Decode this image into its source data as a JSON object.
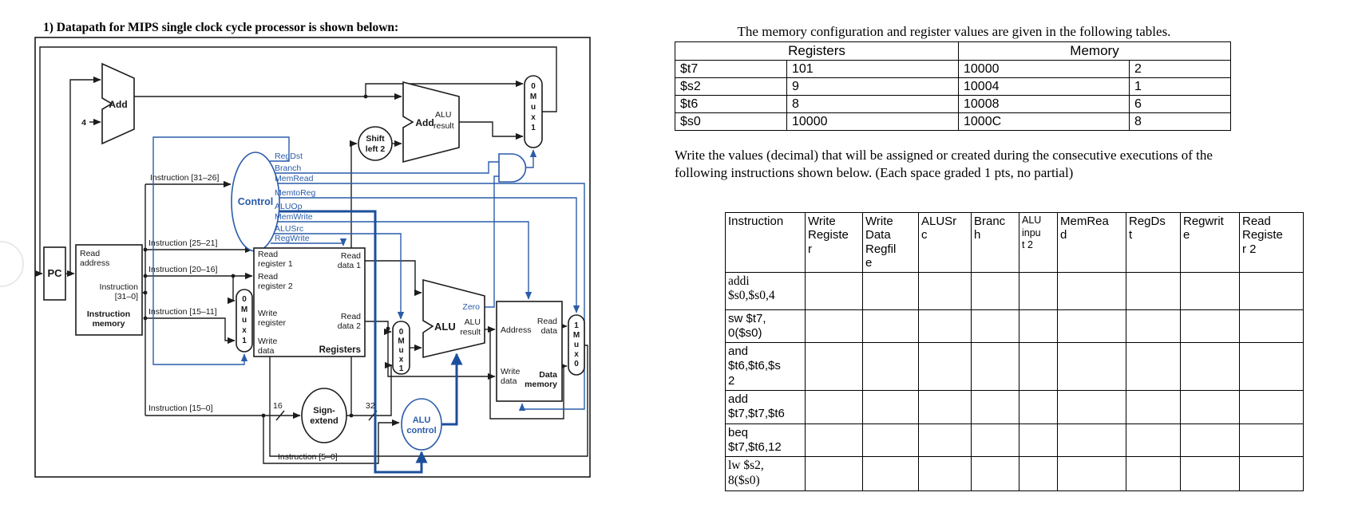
{
  "title": "1) Datapath for MIPS single clock cycle processor is shown belown:",
  "colors": {
    "control_blue": "#2a5caa",
    "thick_bus_blue": "#1b4f9c",
    "wire_black": "#1c1c1c"
  },
  "diagram": {
    "pc": "PC",
    "four": "4",
    "add1": "Add",
    "imem": {
      "l1": "Read\naddress",
      "l2": "Instruction\n[31–0]",
      "name": "Instruction\nmemory"
    },
    "control": "Control",
    "control_in": "Instruction [31–26]",
    "signals": {
      "regdst": "RegDst",
      "branch": "Branch",
      "memread": "MemRead",
      "memtoreg": "MemtoReg",
      "aluop": "ALUOp",
      "memwrite": "MemWrite",
      "alusrc": "ALUSrc",
      "regwrite": "RegWrite"
    },
    "fields": {
      "i2521": "Instruction [25–21]",
      "i2016": "Instruction [20–16]",
      "i1511": "Instruction [15–11]",
      "i150": "Instruction [15–0]",
      "i50": "Instruction [5–0]"
    },
    "shift": "Shift\nleft 2",
    "badder": {
      "add": "Add",
      "alu": "ALU",
      "result": "result"
    },
    "mux_down": "0\nM\nu\nx\n1",
    "mux_up": "1\nM\nu\nx\n0",
    "regs": {
      "rr1": "Read\nregister 1",
      "rr2": "Read\nregister 2",
      "wr": "Write\nregister",
      "wd": "Write\ndata",
      "rd1": "Read\ndata 1",
      "rd2": "Read\ndata 2",
      "name": "Registers"
    },
    "sext": "Sign-\nextend",
    "b16": "16",
    "b32": "32",
    "alu": {
      "name": "ALU",
      "zero": "Zero",
      "result": "ALU\nresult"
    },
    "aluctl": "ALU\ncontrol",
    "dmem": {
      "address": "Address",
      "rd": "Read\ndata",
      "wd": "Write\ndata",
      "name": "Data\nmemory"
    }
  },
  "right": {
    "intro": "The memory configuration and register values are given in the following tables.",
    "config_table": {
      "registers_header": "Registers",
      "memory_header": "Memory",
      "rows": [
        {
          "register": "$t7",
          "reg_value": "101",
          "address": "10000",
          "mem_value": "2"
        },
        {
          "register": "$s2",
          "reg_value": "9",
          "address": "10004",
          "mem_value": "1"
        },
        {
          "register": "$t6",
          "reg_value": "8",
          "address": "10008",
          "mem_value": "6"
        },
        {
          "register": "$s0",
          "reg_value": "10000",
          "address": "1000C",
          "mem_value": "8"
        }
      ]
    },
    "prompt": "Write the values (decimal) that will be assigned or created during the consecutive executions of the following instructions shown below. (Each space graded 1 pts, no partial)",
    "exec_table": {
      "columns": [
        "Instruction",
        "Write\nRegiste\nr",
        "Write\nData\nRegfil\ne",
        "ALUSr\nc",
        "Branc\nh",
        "ALU\ninpu\nt 2",
        "MemRea\nd",
        "RegDs\nt",
        "Regwrit\ne",
        "Read\nRegiste\nr 2"
      ],
      "rows": [
        {
          "instruction": "addi\n$s0,$s0,4",
          "serif": true
        },
        {
          "instruction": "sw $t7,\n0($s0)",
          "serif": false
        },
        {
          "instruction": "and\n$t6,$t6,$s\n2",
          "serif": false
        },
        {
          "instruction": "add\n$t7,$t7,$t6",
          "serif": false
        },
        {
          "instruction": "beq\n$t7,$t6,12",
          "serif": false
        },
        {
          "instruction": "lw $s2,\n8($s0)",
          "serif": true
        }
      ],
      "answer_columns": 9
    }
  }
}
